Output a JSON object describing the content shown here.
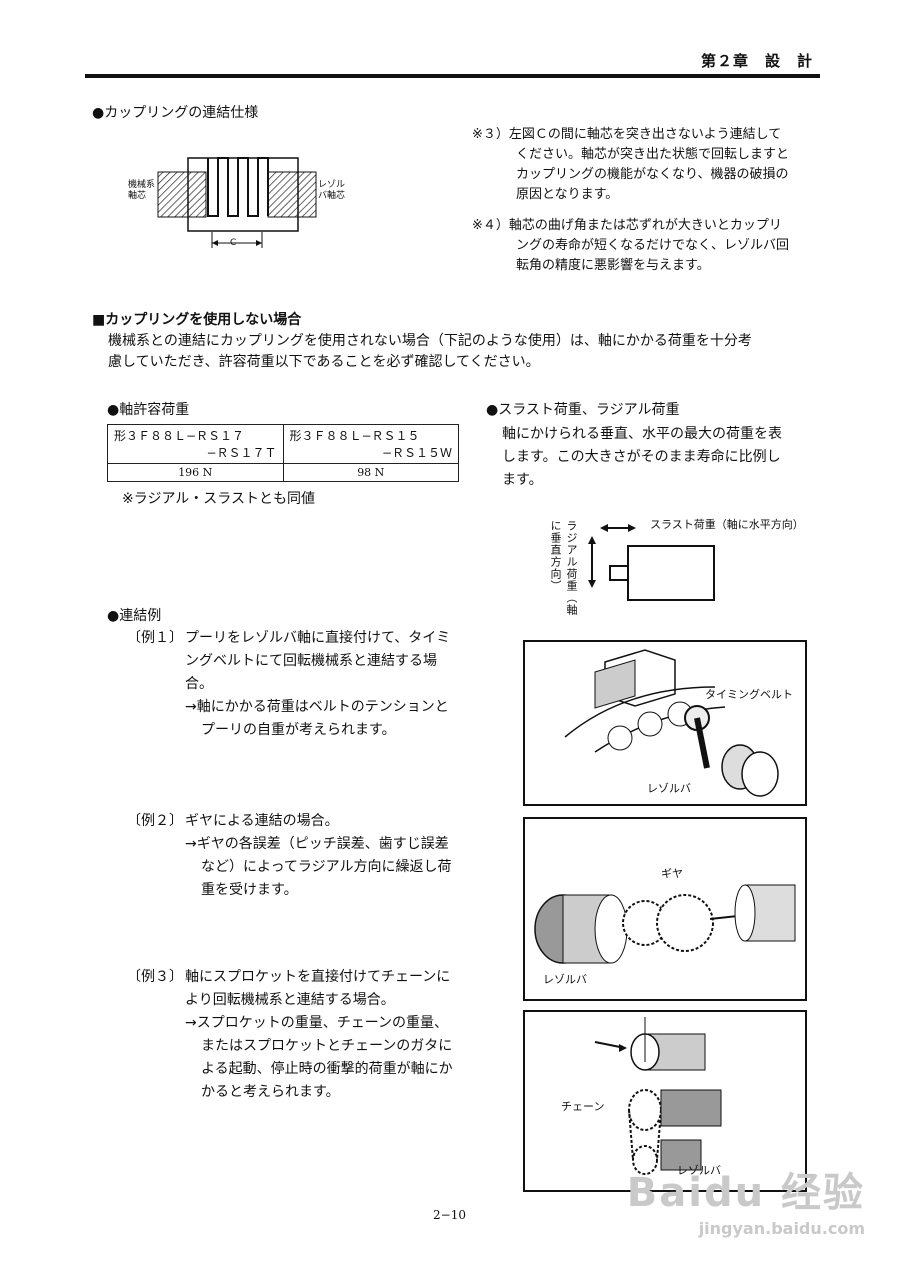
{
  "header": {
    "chapter": "第２章　設　計"
  },
  "coupling": {
    "heading": "●カップリングの連結仕様",
    "diagram": {
      "left_label": "機械系軸芯",
      "right_label": "レゾルバ軸芯",
      "dim_label": "C"
    },
    "note3": [
      "※３）左図Ｃの間に軸芯を突き出さないよう連結して",
      "ください。軸芯が突き出た状態で回転しますと",
      "カップリングの機能がなくなり、機器の破損の",
      "原因となります。"
    ],
    "note4": [
      "※４）軸芯の曲げ角または芯ずれが大きいとカップリ",
      "ングの寿命が短くなるだけでなく、レゾルバ回",
      "転角の精度に悪影響を与えます。"
    ]
  },
  "no_coupling": {
    "heading": "■カップリングを使用しない場合",
    "body": [
      "機械系との連結にカップリングを使用されない場合（下記のような使用）は、軸にかかる荷重を十分考",
      "慮していただき、許容荷重以下であることを必ず確認してください。"
    ]
  },
  "allowable_load": {
    "heading": "●軸許容荷重",
    "col1_line1": "形３Ｆ８８Ｌ−ＲＳ１７",
    "col1_line2": "−ＲＳ１７Ｔ",
    "col2_line1": "形３Ｆ８８Ｌ−ＲＳ１５",
    "col2_line2": "−ＲＳ１５Ｗ",
    "col1_value": "196 N",
    "col2_value": "98 N",
    "note": "※ラジアル・スラストとも同値"
  },
  "thrust_radial": {
    "heading": "●スラスト荷重、ラジアル荷重",
    "body": [
      "軸にかけられる垂直、水平の最大の荷重を表",
      "します。この大きさがそのまま寿命に比例し",
      "ます。"
    ],
    "thrust_label": "スラスト荷重（軸に水平方向）",
    "radial_label": "ラジアル荷重（軸に垂直方向）"
  },
  "examples": {
    "heading": "●連結例",
    "ex1": {
      "tag": "〔例１〕",
      "lines": [
        "プーリをレゾルバ軸に直接付けて、タイミ",
        "ングベルトにて回転機械系と連結する場",
        "合。"
      ],
      "arrow_lines": [
        "→軸にかかる荷重はベルトのテンションと",
        "プーリの自重が考えられます。"
      ]
    },
    "ex2": {
      "tag": "〔例２〕",
      "lines": [
        "ギヤによる連結の場合。"
      ],
      "arrow_lines": [
        "→ギヤの各誤差（ピッチ誤差、歯すじ誤差",
        "など）によってラジアル方向に繰返し荷",
        "重を受けます。"
      ]
    },
    "ex3": {
      "tag": "〔例３〕",
      "lines": [
        "軸にスプロケットを直接付けてチェーンに",
        "より回転機械系と連結する場合。"
      ],
      "arrow_lines": [
        "→スプロケットの重量、チェーンの重量、",
        "またはスプロケットとチェーンのガタに",
        "よる起動、停止時の衝撃的荷重が軸にか",
        "かると考えられます。"
      ]
    }
  },
  "figures": {
    "fig1": {
      "label1": "タイミングベルト",
      "label2": "レゾルバ"
    },
    "fig2": {
      "label1": "ギヤ",
      "label2": "レゾルバ"
    },
    "fig3": {
      "label1": "チェーン",
      "label2": "レゾルバ"
    }
  },
  "footer": {
    "page": "2−10"
  },
  "watermark": {
    "brand": "Baidu 经验",
    "url": "jingyan.baidu.com"
  }
}
